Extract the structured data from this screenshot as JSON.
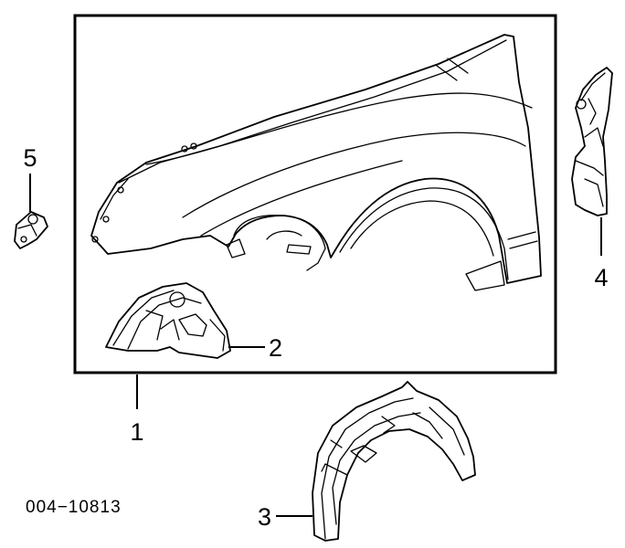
{
  "callouts": {
    "fender": "1",
    "fender_liner_front": "2",
    "wheelhouse_liner": "3",
    "fender_bracket": "4",
    "fender_clip": "5"
  },
  "figure_code": "004−10813",
  "colors": {
    "line": "#000000",
    "background": "#ffffff"
  }
}
